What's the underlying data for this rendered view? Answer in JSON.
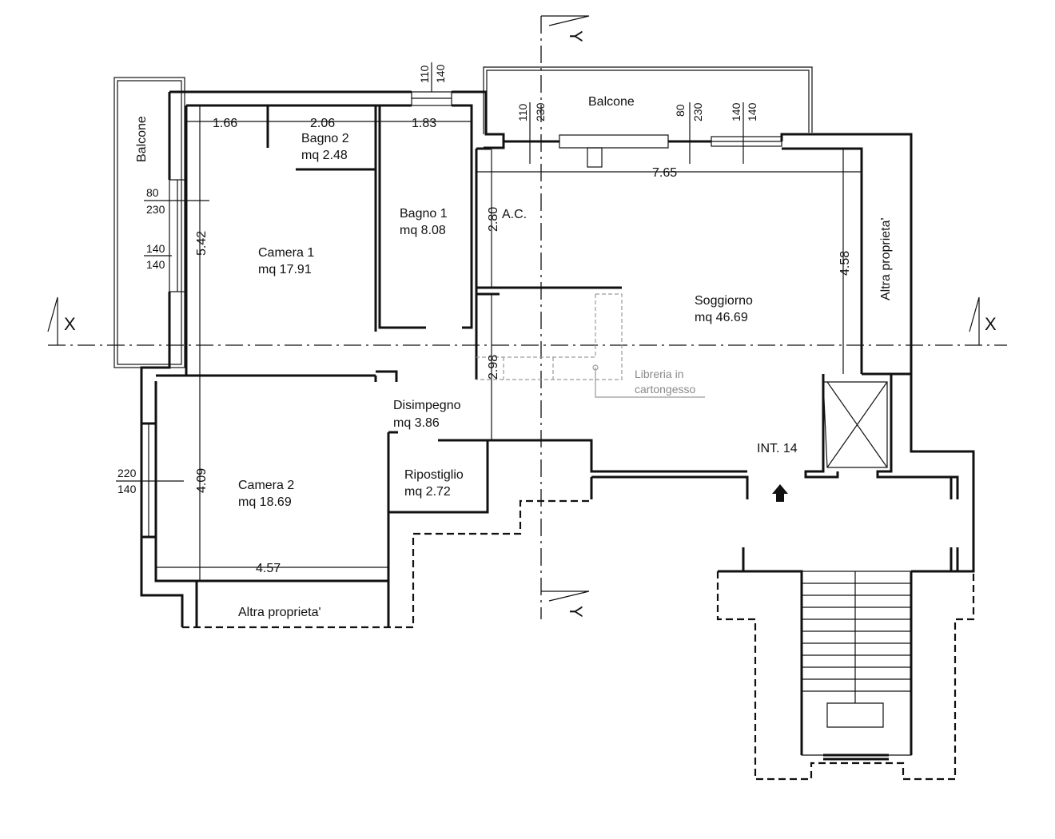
{
  "rooms": {
    "balcone_left": "Balcone",
    "balcone_top": "Balcone",
    "bagno2_name": "Bagno 2",
    "bagno2_area": "mq 2.48",
    "bagno1_name": "Bagno 1",
    "bagno1_area": "mq 8.08",
    "camera1_name": "Camera 1",
    "camera1_area": "mq 17.91",
    "camera2_name": "Camera 2",
    "camera2_area": "mq 18.69",
    "soggiorno_name": "Soggiorno",
    "soggiorno_area": "mq 46.69",
    "disimpegno_name": "Disimpegno",
    "disimpegno_area": "mq 3.86",
    "ripostiglio_name": "Ripostiglio",
    "ripostiglio_area": "mq 2.72",
    "altra_right": "Altra proprieta'",
    "altra_bottom": "Altra proprieta'",
    "ac": "A.C.",
    "int": "INT. 14",
    "libreria_1": "Libreria in",
    "libreria_2": "cartongesso"
  },
  "dimensions": {
    "d166": "1.66",
    "d206": "2.06",
    "d183": "1.83",
    "d765": "7.65",
    "d542": "5.42",
    "d280": "2.80",
    "d458": "4.58",
    "d298": "2.98",
    "d409": "4.09",
    "d457": "4.57"
  },
  "openings": {
    "top_a_w": "110",
    "top_a_h": "140",
    "top_b_w": "110",
    "top_b_h": "230",
    "top_c_w": "80",
    "top_c_h": "230",
    "top_d_w": "140",
    "top_d_h": "140",
    "left_a_w": "80",
    "left_a_h": "230",
    "left_b_w": "140",
    "left_b_h": "140",
    "left_c_w": "220",
    "left_c_h": "140"
  },
  "sections": {
    "x_left": "X",
    "x_right": "X",
    "y_top": "Y",
    "y_bottom": "Y"
  }
}
